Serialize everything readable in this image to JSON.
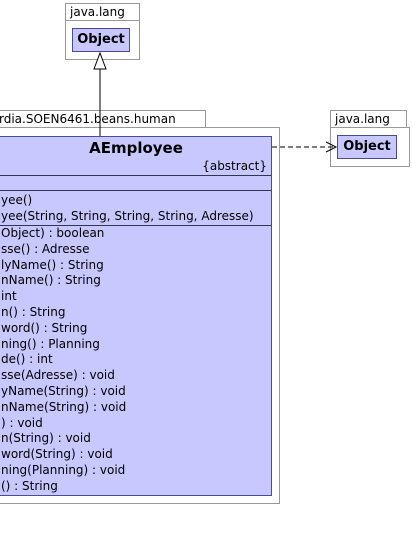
{
  "packages": {
    "top": {
      "name": "java.lang",
      "class_name": "Object"
    },
    "right": {
      "name": "java.lang",
      "class_name": "Object"
    },
    "main": {
      "name": "rdia.SOEN6461.beans.human"
    }
  },
  "class": {
    "name": "AEmployee",
    "stereotype": "{abstract}",
    "constructors": [
      "yee()",
      "yee(String, String, String, String, Adresse)"
    ],
    "methods": [
      "Object) : boolean",
      "sse() : Adresse",
      "lyName() : String",
      "nName() : String",
      " int",
      "n() : String",
      "word() : String",
      "ning() : Planning",
      "de() : int",
      "sse(Adresse) : void",
      "yName(String) : void",
      "nName(String) : void",
      ") : void",
      "n(String) : void",
      "word(String) : void",
      "ning(Planning) : void",
      "() : String"
    ]
  },
  "colors": {
    "class_fill": "#c8c8ff",
    "class_border": "#4a4a9a",
    "package_border": "#999999"
  }
}
